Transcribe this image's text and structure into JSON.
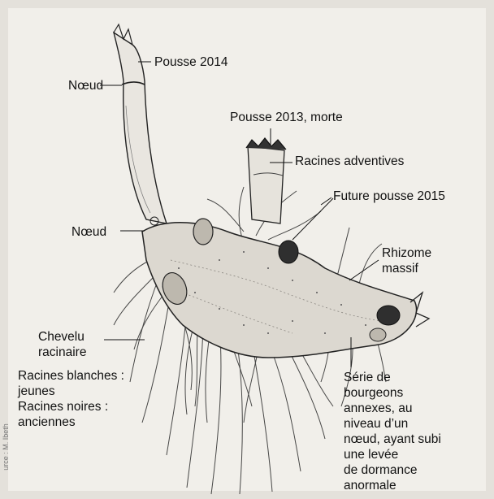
{
  "labels": {
    "pousse_2014": "Pousse 2014",
    "noeud_top": "Nœud",
    "pousse_2013": "Pousse 2013, morte",
    "racines_adventives": "Racines adventives",
    "future_pousse": "Future pousse 2015",
    "noeud_mid": "Nœud",
    "rhizome_line1": "Rhizome",
    "rhizome_line2": "massif",
    "chevelu_line1": "Chevelu",
    "chevelu_line2": "racinaire",
    "racines_blanches_line1": "Racines blanches :",
    "racines_blanches_line2": "jeunes",
    "racines_noires_line1": "Racines noires :",
    "racines_noires_line2": "anciennes",
    "serie_lines": [
      "Série de",
      "bourgeons",
      "annexes, au",
      "niveau d’un",
      "nœud, ayant subi",
      "une levée",
      "de dormance",
      "anormale"
    ],
    "credit": "urce : M. Ibeth"
  }
}
